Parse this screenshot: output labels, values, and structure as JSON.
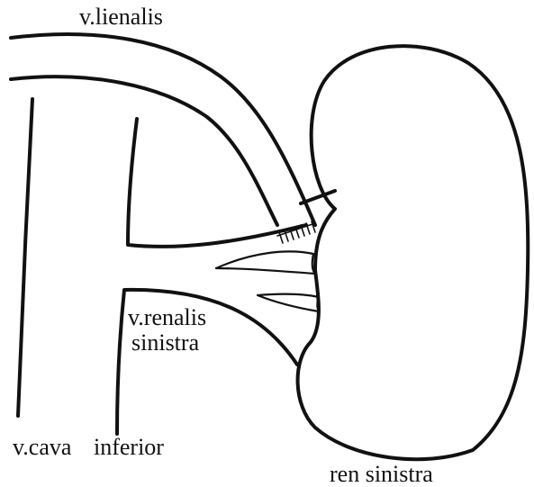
{
  "labels": {
    "v_lienalis": "v.lienalis",
    "v_renalis_line1": "v.renalis",
    "v_renalis_line2": "sinistra",
    "v_cava": "v.cava",
    "inferior": "inferior",
    "ren_sinistra": "ren sinistra"
  },
  "colors": {
    "ink": "#111111",
    "background": "#ffffff"
  }
}
